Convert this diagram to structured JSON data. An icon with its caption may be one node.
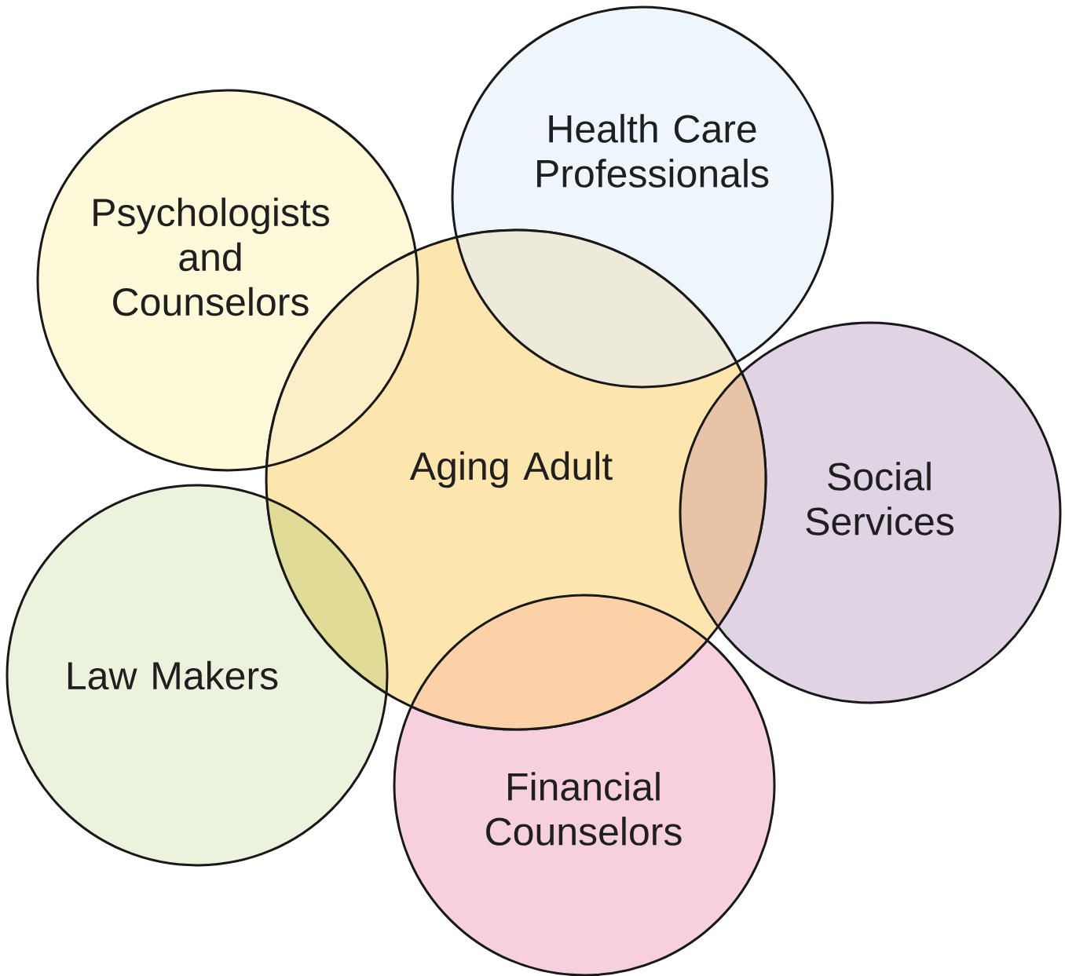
{
  "diagram": {
    "nodes": [
      {
        "text": [
          "Health Care Professionals"
        ]
      },
      {
        "text": [
          "Psychologists and Counselors"
        ]
      },
      {
        "text": [
          "Aging Adult"
        ]
      },
      {
        "text": [
          "Social Services"
        ]
      },
      {
        "text": [
          "Law Makers"
        ]
      },
      {
        "text": [
          "Financial Counselors"
        ]
      }
    ]
  }
}
